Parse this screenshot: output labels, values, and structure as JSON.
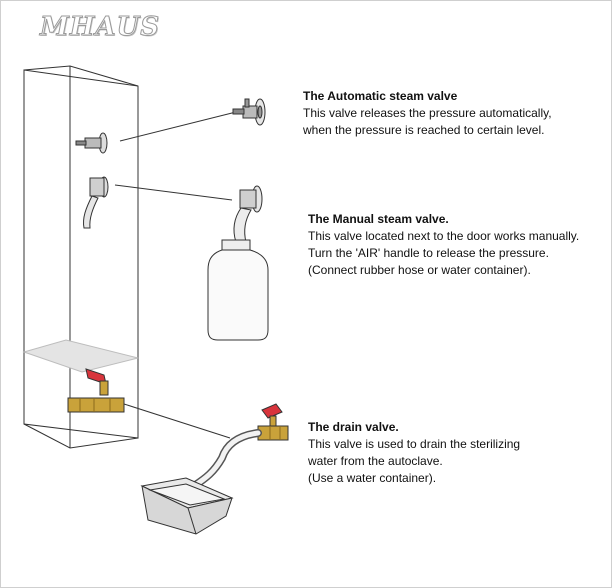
{
  "brand": {
    "logo_text": "MHAUS"
  },
  "callouts": {
    "automatic": {
      "title": "The Automatic steam valve",
      "lines": [
        "This valve releases the pressure automatically,",
        "when the pressure is reached to certain level."
      ]
    },
    "manual": {
      "title": "The Manual steam valve.",
      "lines": [
        "This valve located next to the door works manually.",
        "Turn the 'AIR' handle to release the pressure.",
        "(Connect rubber hose or water container)."
      ]
    },
    "drain": {
      "title": "The drain valve.",
      "lines": [
        "This valve is used to drain the sterilizing",
        "water from the autoclave.",
        "(Use a water container)."
      ]
    }
  },
  "colors": {
    "outline": "#333333",
    "brass": "#c9a23a",
    "brass_dark": "#8a6a1c",
    "handle_red": "#d8343c",
    "water": "#d8d8d8",
    "tray": "#e2e2e2"
  }
}
